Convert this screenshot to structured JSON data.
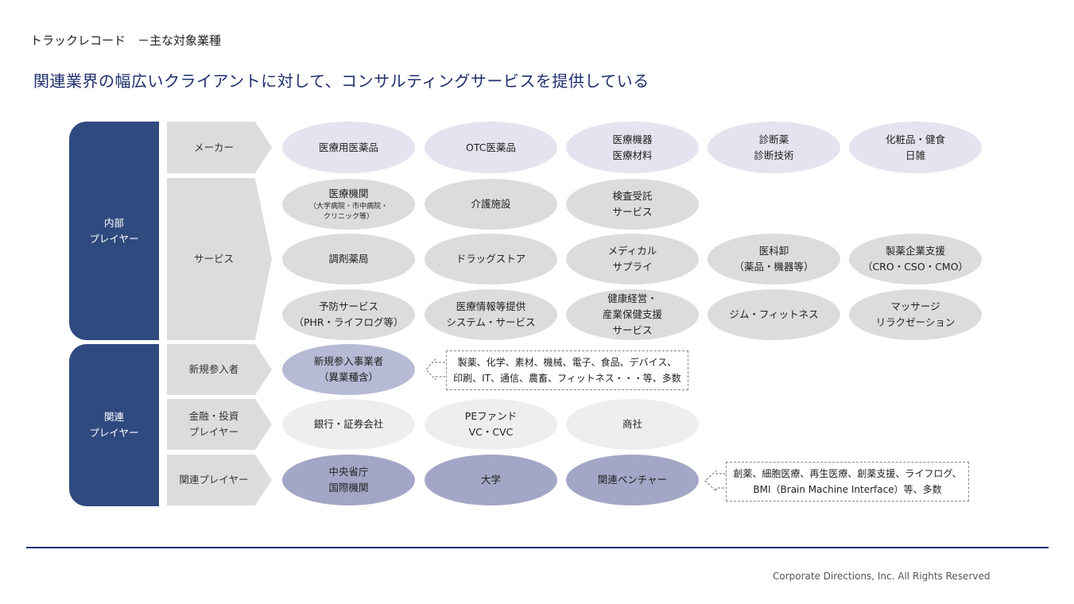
{
  "breadcrumb": "トラックレコード　－主な対象業種",
  "title": "関連業界の幅広いクライアントに対して、コンサルティングサービスを提供している",
  "groups": {
    "internal": "内部\nプレイヤー",
    "related": "関連\nプレイヤー"
  },
  "categories": {
    "maker": "メーカー",
    "service": "サービス",
    "new_entrant": "新規参入者",
    "finance": "金融・投資\nプレイヤー",
    "related": "関連プレイヤー"
  },
  "maker_items": [
    "医療用医薬品",
    "OTC医薬品",
    "医療機器\n医療材料",
    "診断薬\n診断技術",
    "化粧品・健食\n日雑"
  ],
  "service_items": {
    "hospital_main": "医療機関",
    "hospital_sub": "（大学病院・市中病院・\nクリニック等）",
    "care": "介護施設",
    "inspection": "検査受託\nサービス",
    "pharmacy": "調剤薬局",
    "drugstore": "ドラッグストア",
    "medical_supply": "メディカル\nサプライ",
    "wholesale": "医科卸\n（薬品・機器等）",
    "pharma_support": "製薬企業支援\n（CRO・CSO・CMO）",
    "prevention": "予防サービス\n（PHR・ライフログ等）",
    "info_system": "医療情報等提供\nシステム・サービス",
    "health_mgmt": "健康経営・\n産業保健支援\nサービス",
    "gym": "ジム・フィットネス",
    "massage": "マッサージ\nリラクゼーション"
  },
  "new_entrant_items": [
    "新規参入事業者\n（異業種含）"
  ],
  "new_entrant_note": "製薬、化学、素材、機械、電子、食品、デバイス、\n印刷、IT、通信、農畜、フィットネス・・・等、多数",
  "finance_items": [
    "銀行・証券会社",
    "PEファンド\nVC・CVC",
    "商社"
  ],
  "related_items": [
    "中央省庁\n国際機関",
    "大学",
    "関連ベンチャー"
  ],
  "related_note": "創薬、細胞医療、再生医療、創薬支援、ライフログ、\nBMI（Brain Machine Interface）等、多数",
  "footer": "Corporate Directions, Inc. All Rights Reserved",
  "colors": {
    "navy_block": "#2f4a7f",
    "title_text": "#1e2f6e",
    "maker_oval": "#e3e4ef",
    "service_oval": "#dcdcdc",
    "new_entrant_oval": "#b7bad4",
    "finance_oval": "#eeeeee",
    "related_oval": "#a3a6c6"
  }
}
